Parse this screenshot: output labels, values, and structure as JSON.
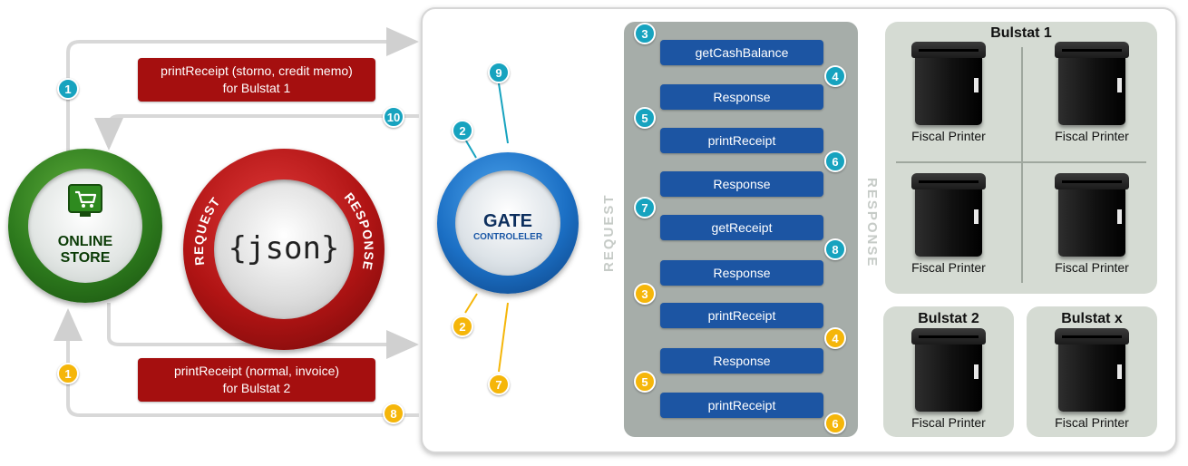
{
  "labels": {
    "top_line1": "printReceipt (storno, credit memo)",
    "top_line2": "for Bulstat 1",
    "bottom_line1": "printReceipt (normal, invoice)",
    "bottom_line2": "for Bulstat 2"
  },
  "store": {
    "line1": "ONLINE",
    "line2": "STORE",
    "icon": "shopping-cart-icon"
  },
  "json": {
    "text": "{json}",
    "request": "REQUEST",
    "response": "RESPONSE"
  },
  "gate": {
    "title": "GATE",
    "subtitle": "CONTROLELER"
  },
  "vertical_labels": {
    "request": "REQUEST",
    "response": "RESPONSE"
  },
  "badges": {
    "teal_1": "1",
    "teal_10": "10",
    "teal_2": "2",
    "teal_9": "9",
    "amber_1": "1",
    "amber_8": "8",
    "amber_2": "2",
    "amber_7": "7"
  },
  "messages": [
    {
      "text": "getCashBalance"
    },
    {
      "text": "Response"
    },
    {
      "text": "printReceipt"
    },
    {
      "text": "Response"
    },
    {
      "text": "getReceipt"
    },
    {
      "text": "Response"
    },
    {
      "text": "printReceipt"
    },
    {
      "text": "Response"
    },
    {
      "text": "printReceipt"
    }
  ],
  "flow_steps": [
    {
      "n": "3",
      "dir": "request",
      "color": "teal"
    },
    {
      "n": "4",
      "dir": "response",
      "color": "teal"
    },
    {
      "n": "5",
      "dir": "request",
      "color": "teal"
    },
    {
      "n": "6",
      "dir": "response",
      "color": "teal"
    },
    {
      "n": "7",
      "dir": "request",
      "color": "teal"
    },
    {
      "n": "8",
      "dir": "response",
      "color": "teal"
    },
    {
      "n": "3",
      "dir": "request",
      "color": "amber"
    },
    {
      "n": "4",
      "dir": "response",
      "color": "amber"
    },
    {
      "n": "5",
      "dir": "request",
      "color": "amber"
    },
    {
      "n": "6",
      "dir": "response",
      "color": "amber"
    }
  ],
  "printer_groups": [
    {
      "title": "Bulstat 1",
      "printers": [
        "Fiscal Printer",
        "Fiscal Printer",
        "Fiscal Printer",
        "Fiscal Printer"
      ]
    },
    {
      "title": "Bulstat 2",
      "printers": [
        "Fiscal Printer"
      ]
    },
    {
      "title": "Bulstat x",
      "printers": [
        "Fiscal Printer"
      ]
    }
  ],
  "colors": {
    "teal": "#17a3bf",
    "amber": "#f5b60a",
    "red_label": "#a50f0f",
    "message_box": "#1c55a3",
    "store_green": "#2d7a1d",
    "gate_blue": "#1b6fc4"
  }
}
